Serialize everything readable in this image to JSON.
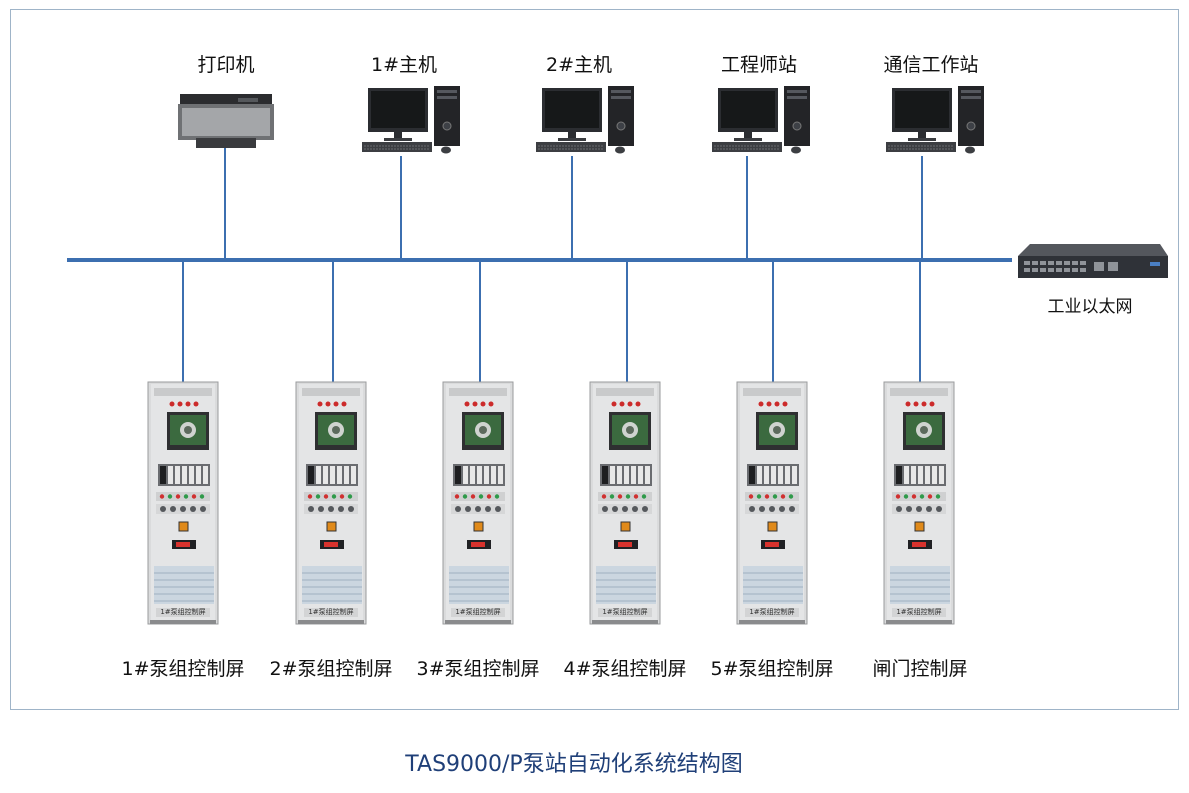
{
  "top_devices": [
    {
      "label": "打印机",
      "kind": "printer"
    },
    {
      "label": "1#主机",
      "kind": "computer"
    },
    {
      "label": "2#主机",
      "kind": "computer"
    },
    {
      "label": "工程师站",
      "kind": "computer"
    },
    {
      "label": "通信工作站",
      "kind": "computer"
    }
  ],
  "switch": {
    "label": "工业以太网"
  },
  "panels": [
    {
      "label": "1#泵组控制屏",
      "plate": "1#泵组控制屏"
    },
    {
      "label": "2#泵组控制屏",
      "plate": "1#泵组控制屏"
    },
    {
      "label": "3#泵组控制屏",
      "plate": "1#泵组控制屏"
    },
    {
      "label": "4#泵组控制屏",
      "plate": "1#泵组控制屏"
    },
    {
      "label": "5#泵组控制屏",
      "plate": "1#泵组控制屏"
    },
    {
      "label": "闸门控制屏",
      "plate": "1#泵组控制屏"
    }
  ],
  "caption": "TAS9000/P泵站自动化系统结构图",
  "colors": {
    "bus": "#3c6fb0",
    "frame": "#9fb4c8",
    "caption": "#1f3f78"
  }
}
